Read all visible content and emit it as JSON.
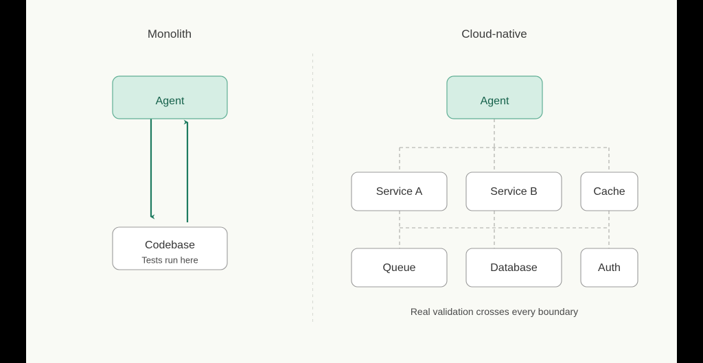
{
  "canvas": {
    "background": "#f9faf5",
    "letterbox": "#000000",
    "accent_fill": "#d6eee4",
    "accent_stroke": "#5fae94",
    "accent_text": "#14604a",
    "plain_fill": "#ffffff",
    "plain_stroke": "#9a9a9a",
    "arrow_color": "#1d7a5f",
    "dashed_color": "#a8a8a4"
  },
  "left_panel": {
    "title": "Monolith",
    "nodes": [
      {
        "id": "agent",
        "label": "Agent",
        "sublabel": ""
      },
      {
        "id": "codebase",
        "label": "Codebase",
        "sublabel": "Tests run here"
      }
    ],
    "edges": [
      {
        "from": "agent",
        "to": "codebase",
        "direction": "down",
        "style": "solid"
      },
      {
        "from": "codebase",
        "to": "agent",
        "direction": "up",
        "style": "solid"
      }
    ]
  },
  "right_panel": {
    "title": "Cloud-native",
    "caption": "Real validation crosses every boundary",
    "nodes": [
      {
        "id": "agent",
        "label": "Agent",
        "row": 0
      },
      {
        "id": "service-a",
        "label": "Service A",
        "row": 1
      },
      {
        "id": "service-b",
        "label": "Service B",
        "row": 1
      },
      {
        "id": "cache",
        "label": "Cache",
        "row": 1
      },
      {
        "id": "queue",
        "label": "Queue",
        "row": 2
      },
      {
        "id": "database",
        "label": "Database",
        "row": 2
      },
      {
        "id": "auth",
        "label": "Auth",
        "row": 2
      }
    ],
    "edges": [
      {
        "from": "agent",
        "to": "service-a",
        "style": "dashed"
      },
      {
        "from": "agent",
        "to": "service-b",
        "style": "dashed"
      },
      {
        "from": "agent",
        "to": "cache",
        "style": "dashed"
      },
      {
        "from": "service-a",
        "to": "queue",
        "style": "dashed"
      },
      {
        "from": "service-b",
        "to": "database",
        "style": "dashed"
      },
      {
        "from": "cache",
        "to": "auth",
        "style": "dashed"
      }
    ]
  }
}
